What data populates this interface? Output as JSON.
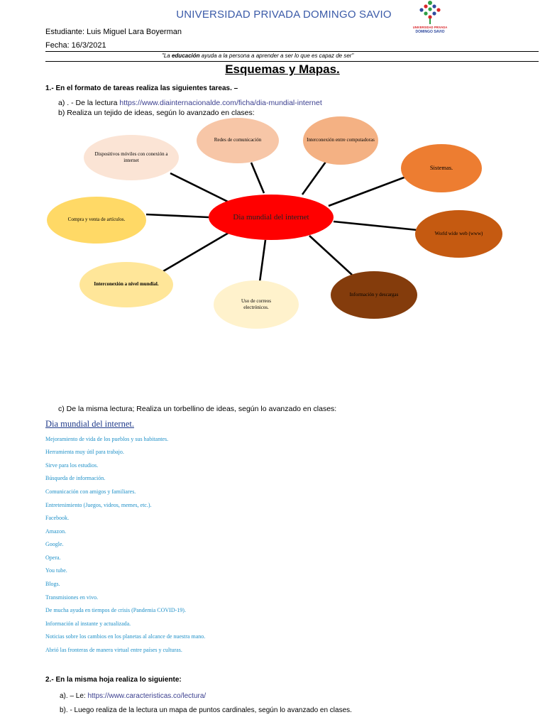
{
  "header": {
    "university": "UNIVERSIDAD PRIVADA DOMINGO SAVIO",
    "student": "Estudiante: Luis Miguel Lara Boyerman",
    "date": "Fecha: 16/3/2021",
    "quote_start": "\"La ",
    "quote_bold": "educación",
    "quote_end": " ayuda a la persona a aprender a ser lo que es capaz de ser\"",
    "logo_text_1": "UNIVERSIDAD PRIVADA",
    "logo_text_2": "DOMINGO SAVIO"
  },
  "title": "Esquemas y Mapas.",
  "section1": {
    "heading": "1.- En el formato de tareas realiza las siguientes tareas. –",
    "item_a_prefix": "a)   . - De la lectura ",
    "item_a_link": "https://www.diainternacionalde.com/ficha/dia-mundial-internet",
    "item_b": "b)   Realiza un tejido de ideas, según lo avanzado en clases:",
    "item_c": "c)   De la misma lectura; Realiza un torbellino de ideas, según lo avanzado en clases:"
  },
  "diagram": {
    "center": "Dia mundial del internet",
    "nodes": [
      "Dispositivos móviles con conexión a internet",
      "Redes de comunicación",
      "Interconexión entre computadoras",
      "Sistemas.",
      "Compra y venta de artículos.",
      "World wide web (www)",
      "Interconexión a nivel mundial.",
      "Uso de correos electrónicos.",
      "Información y descargas"
    ],
    "colors": {
      "center": "#ff0000",
      "light_peach": "#fbe4d5",
      "peach": "#f7c6a7",
      "salmon": "#f4b183",
      "orange": "#ed7d31",
      "dark_orange": "#c55a11",
      "brown": "#843c0c",
      "yellow": "#ffd966",
      "light_yellow": "#ffe699",
      "pale_yellow": "#fff2cc"
    }
  },
  "bubble": {
    "title": "Dia mundial del internet.",
    "items": [
      "Mejoramiento de vida de los pueblos y sus habitantes.",
      "Herramienta muy útil para trabajo.",
      "Sirve para los estudios.",
      "Búsqueda de información.",
      "Comunicación con amigos y familiares.",
      "Entretenimiento (Juegos, videos, memes, etc.).",
      "Facebook.",
      "Amazon.",
      "Google.",
      "Opera.",
      "You tube.",
      "Blogs.",
      "Transmisiones en vivo.",
      "De mucha ayuda en tiempos de crisis (Pandemia COVID-19).",
      "Información al instante y actualizada.",
      "Noticias sobre los cambios en los planetas al alcance de nuestra mano.",
      "Abrió las fronteras de manera virtual entre países y culturas."
    ]
  },
  "section2": {
    "heading": "2.- En la misma hoja realiza lo siguiente:",
    "item_a_prefix": "a). – Le: ",
    "item_a_link": "https://www.caracteristicas.co/lectura/",
    "item_b": "b). - Luego realiza de la lectura un mapa de puntos cardinales, según lo avanzado en clases."
  }
}
